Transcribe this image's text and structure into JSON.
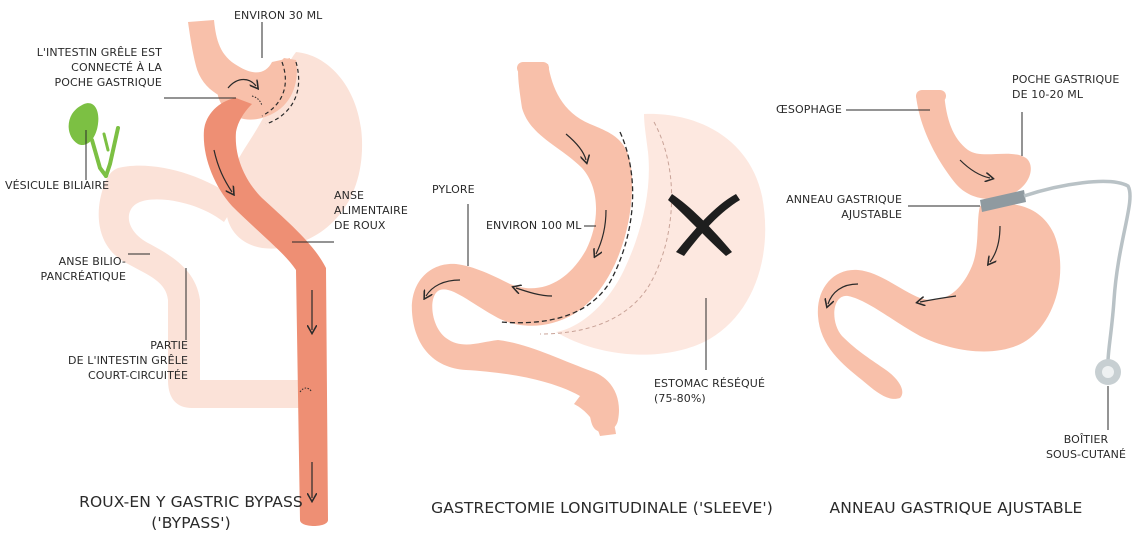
{
  "colors": {
    "stomach": "#f8c0aa",
    "stomach_light": "#fbe2d8",
    "resected": "#fde8e0",
    "roux_limb": "#ee8f74",
    "gallbladder": "#7cc043",
    "band": "#8f9aa0",
    "text": "#2a2a2a"
  },
  "panels": [
    {
      "caption": [
        "ROUX-EN Y GASTRIC BYPASS",
        "('BYPASS')"
      ],
      "labels": {
        "volume": [
          "ENVIRON 30 ML"
        ],
        "connection": [
          "L'INTESTIN GRÊLE EST",
          "CONNECTÉ À LA",
          "POCHE GASTRIQUE"
        ],
        "gallbladder": [
          "VÉSICULE BILIAIRE"
        ],
        "bilio_limb": [
          "ANSE BILIO-",
          "PANCRÉATIQUE"
        ],
        "roux_limb": [
          "ANSE",
          "ALIMENTAIRE",
          "DE ROUX"
        ],
        "bypassed": [
          "PARTIE",
          "DE L'INTESTIN GRÊLE",
          "COURT-CIRCUITÉE"
        ]
      }
    },
    {
      "caption": [
        "GASTRECTOMIE LONGITUDINALE ('SLEEVE')"
      ],
      "labels": {
        "pylorus": [
          "PYLORE"
        ],
        "volume": [
          "ENVIRON 100 ML"
        ],
        "resected": [
          "ESTOMAC RÉSÉQUÉ",
          "(75-80%)"
        ]
      }
    },
    {
      "caption": [
        "ANNEAU GASTRIQUE AJUSTABLE"
      ],
      "labels": {
        "esophagus": [
          "ŒSOPHAGE"
        ],
        "pouch": [
          "POCHE GASTRIQUE",
          "DE 10-20 ML"
        ],
        "band": [
          "ANNEAU GASTRIQUE",
          "AJUSTABLE"
        ],
        "port": [
          "BOÎTIER",
          "SOUS-CUTANÉ"
        ]
      }
    }
  ]
}
